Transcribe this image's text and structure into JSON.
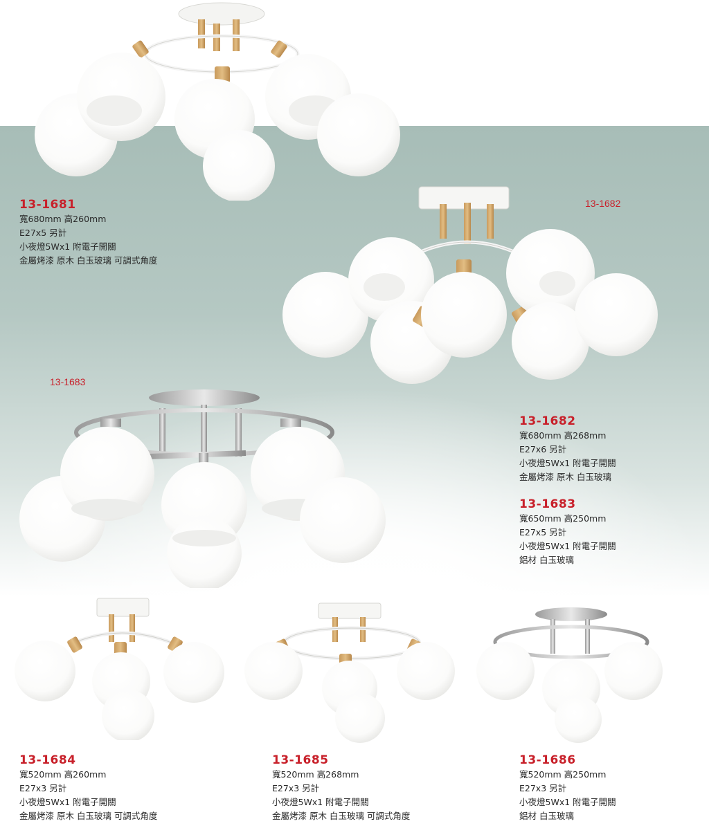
{
  "colors": {
    "accent": "#c8202a",
    "background_teal": "#a7bdb7",
    "text": "#2a2a2a"
  },
  "tags": {
    "tag_1682": "13-1682",
    "tag_1683": "13-1683"
  },
  "products": [
    {
      "code": "13-1681",
      "lines": [
        "寬680mm 高260mm",
        "E27x5 另計",
        "小夜燈5Wx1 附電子開關",
        "金屬烤漆 原木 白玉玻璃 可調式角度"
      ]
    },
    {
      "code": "13-1682",
      "lines": [
        "寬680mm 高268mm",
        "E27x6 另計",
        "小夜燈5Wx1 附電子開關",
        "金屬烤漆 原木 白玉玻璃"
      ]
    },
    {
      "code": "13-1683",
      "lines": [
        "寬650mm 高250mm",
        "E27x5 另計",
        "小夜燈5Wx1 附電子開關",
        "鋁材 白玉玻璃"
      ]
    },
    {
      "code": "13-1684",
      "lines": [
        "寬520mm 高260mm",
        "E27x3 另計",
        "小夜燈5Wx1 附電子開關",
        "金屬烤漆 原木 白玉玻璃 可調式角度"
      ]
    },
    {
      "code": "13-1685",
      "lines": [
        "寬520mm 高268mm",
        "E27x3 另計",
        "小夜燈5Wx1 附電子開關",
        "金屬烤漆 原木 白玉玻璃 可調式角度"
      ]
    },
    {
      "code": "13-1686",
      "lines": [
        "寬520mm 高250mm",
        "E27x3 另計",
        "小夜燈5Wx1 附電子開關",
        "鋁材 白玉玻璃"
      ]
    }
  ]
}
